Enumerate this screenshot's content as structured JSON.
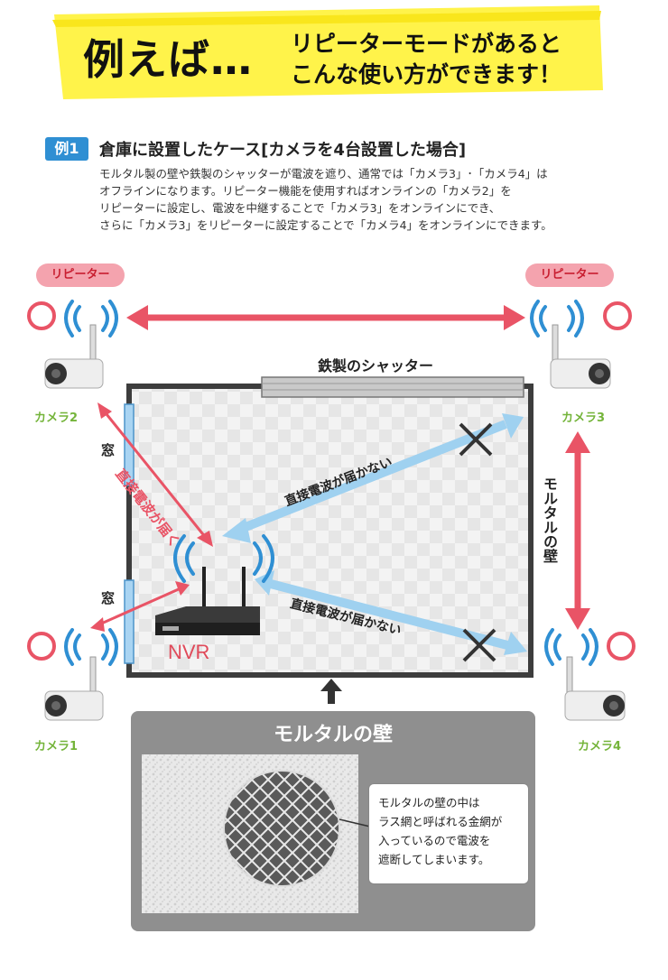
{
  "headline": {
    "main": "例えば…",
    "sub_line1": "リピーターモードがあると",
    "sub_line2": "こんな使い方ができます！"
  },
  "example": {
    "badge": "例1",
    "title": "倉庫に設置したケース[カメラを4台設置した場合]",
    "description": [
      "モルタル製の壁や鉄製のシャッターが電波を遮り、通常では「カメラ3」･「カメラ4」は",
      "オフラインになります。リピーター機能を使用すればオンラインの「カメラ2」を",
      "リピーターに設定し、電波を中継することで「カメラ3」をオンラインにでき、",
      "さらに「カメラ3」をリピーターに設定することで「カメラ4」をオンラインにできます。"
    ]
  },
  "diagram": {
    "repeater_left": "リピーター",
    "repeater_right": "リピーター",
    "shutter": "鉄製のシャッター",
    "window_top": "窓",
    "window_bottom": "窓",
    "direct_reach": "直接電波が届く",
    "no_reach_1": "直接電波が届かない",
    "no_reach_2": "直接電波が届かない",
    "mortar_wall_side": "モルタルの壁",
    "nvr": "NVR",
    "cameras": {
      "cam1": "カメラ1",
      "cam2": "カメラ2",
      "cam3": "カメラ3",
      "cam4": "カメラ4"
    },
    "colors": {
      "red_arrow": "#e95466",
      "blue_arrow": "#7ec3ea",
      "cam_label": "#74b43a",
      "wall": "#3d3d3d"
    }
  },
  "mortar_panel": {
    "title": "モルタルの壁",
    "callout": [
      "モルタルの壁の中は",
      "ラス網と呼ばれる金網が",
      "入っているので電波を",
      "遮断してしまいます。"
    ]
  }
}
